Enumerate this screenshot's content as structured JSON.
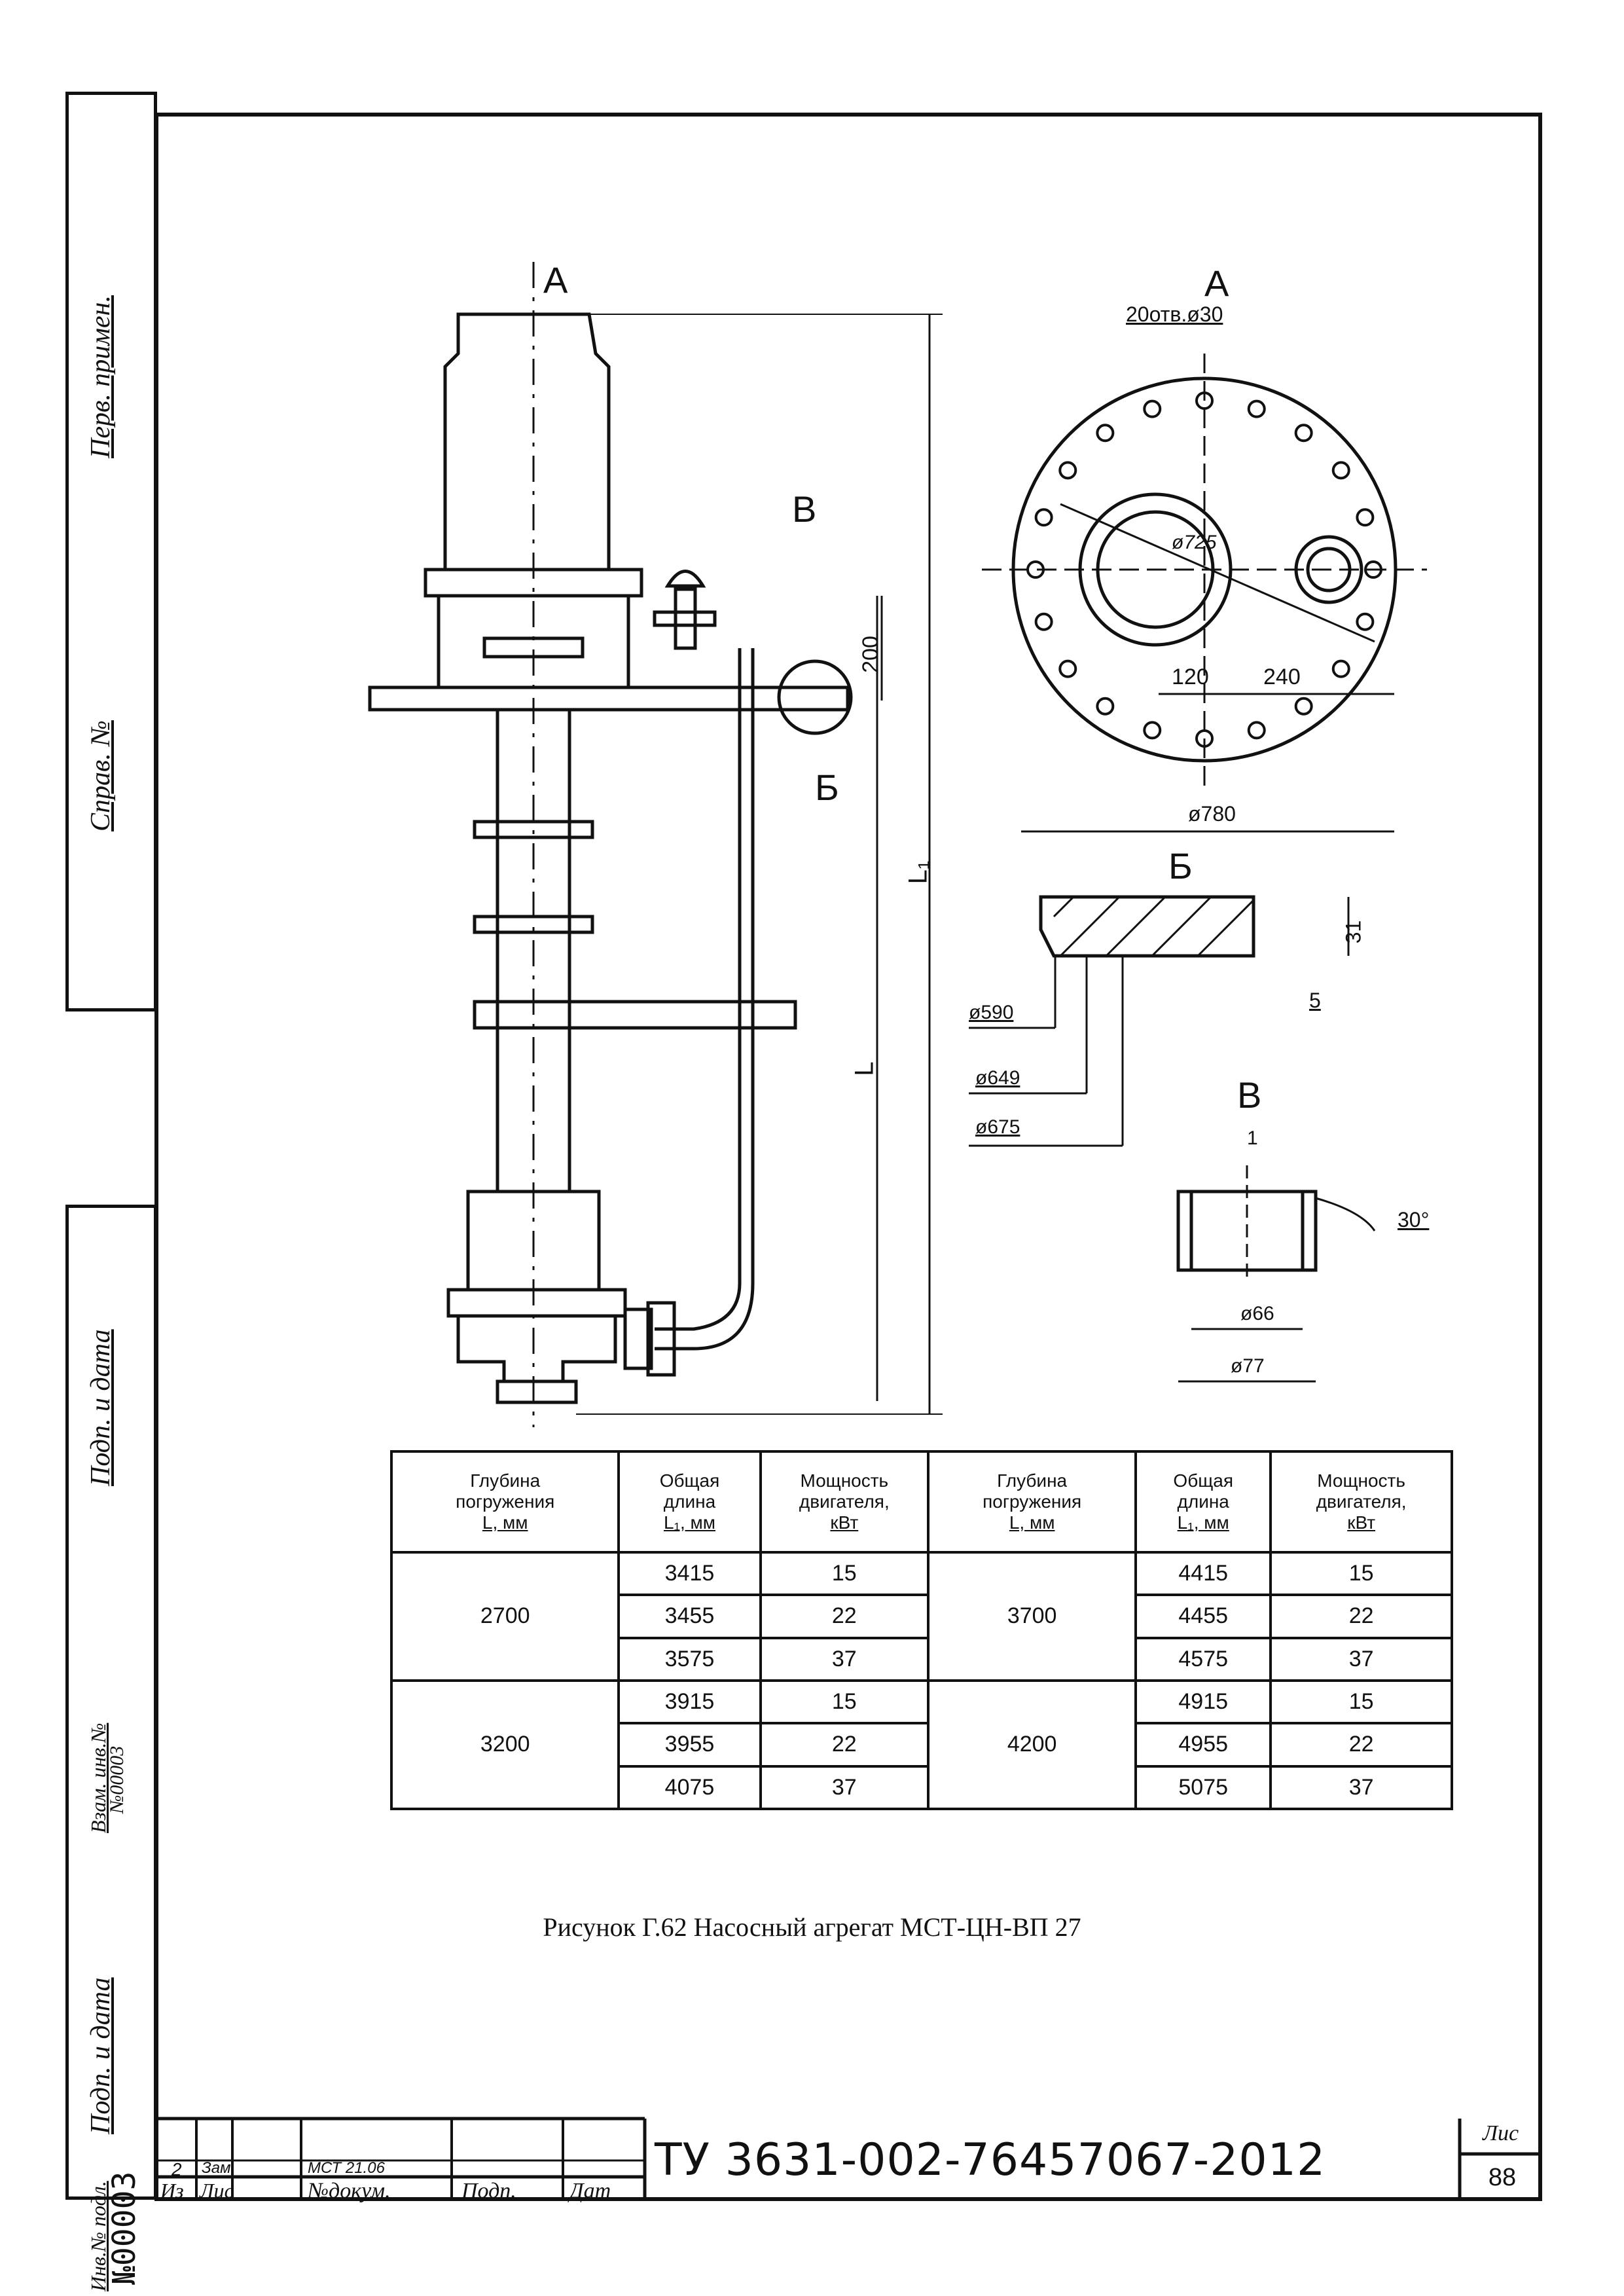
{
  "margin": {
    "perv_primen": "Перв. примен.",
    "sprav_no": "Справ. №",
    "podp_data_1": "Подп. и дата",
    "vzam_inv": "Взам. инв.№",
    "vzam_inv_value": "№00003",
    "podp_data_2": "Подп. и дата",
    "inv_podl": "Инв.№ подл.",
    "inv_podl_value": "№00003"
  },
  "drawing": {
    "view_a_arrow": "А",
    "view_a_title": "А",
    "holes_label": "20отв.ø30",
    "d725": "ø725",
    "d780": "ø780",
    "dim_120": "120",
    "dim_240": "240",
    "callout_v": "В",
    "callout_b": "Б",
    "dim_200": "200",
    "dim_L1": "L₁",
    "dim_L": "L",
    "detail_b_title": "Б",
    "dim_31": "31",
    "dim_5": "5",
    "d590": "ø590",
    "d649": "ø649",
    "d675": "ø675",
    "detail_v_title": "В",
    "dim_1": "1",
    "angle_30": "30°",
    "d66": "ø66",
    "d77": "ø77"
  },
  "table": {
    "headers": [
      [
        "Глубина",
        "погружения",
        "L, мм"
      ],
      [
        "Общая",
        "длина",
        "L₁, мм"
      ],
      [
        "Мощность",
        "двигателя,",
        "кВт"
      ],
      [
        "Глубина",
        "погружения",
        "L, мм"
      ],
      [
        "Общая",
        "длина",
        "L₁, мм"
      ],
      [
        "Мощность",
        "двигателя,",
        "кВт"
      ]
    ],
    "groups": [
      {
        "depth_left": "2700",
        "depth_right": "3700",
        "rows": [
          [
            "3415",
            "15",
            "4415",
            "15"
          ],
          [
            "3455",
            "22",
            "4455",
            "22"
          ],
          [
            "3575",
            "37",
            "4575",
            "37"
          ]
        ]
      },
      {
        "depth_left": "3200",
        "depth_right": "4200",
        "rows": [
          [
            "3915",
            "15",
            "4915",
            "15"
          ],
          [
            "3955",
            "22",
            "4955",
            "22"
          ],
          [
            "4075",
            "37",
            "5075",
            "37"
          ]
        ]
      }
    ]
  },
  "caption": "Рисунок Г.62 Насосный агрегат МСТ-ЦН-ВП 27",
  "stamp": {
    "izm_val": "2",
    "zam_val": "Зам.",
    "doc_val": "МСТ 21.06",
    "izm": "Из",
    "list": "Лис",
    "ndokum": "№докум.",
    "podp": "Подп.",
    "data": "Дат",
    "doc_code": "ТУ 3631-002-76457067-2012",
    "sheet_label": "Лис",
    "sheet_number": "88"
  }
}
